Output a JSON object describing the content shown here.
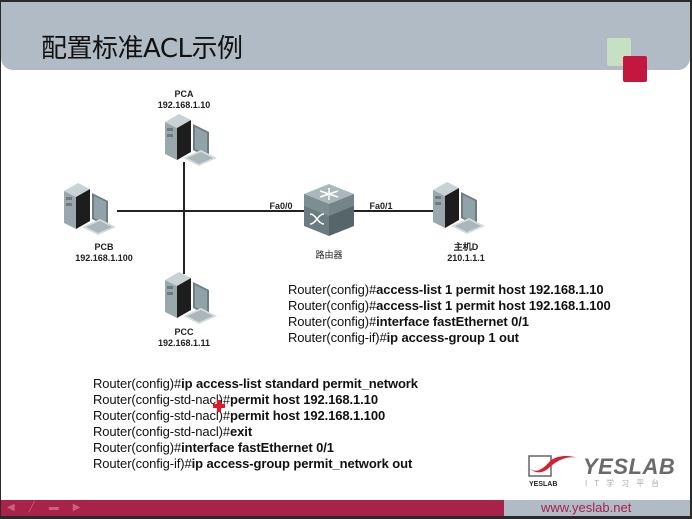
{
  "slide": {
    "title": "配置标准ACL示例",
    "colors": {
      "title_bar": "#b0bbc6",
      "accent_red": "#a8224a",
      "deco_green": "#c7e0c4",
      "deco_red": "#c4173f"
    }
  },
  "network": {
    "devices": [
      {
        "name": "PCA",
        "ip": "192.168.1.10",
        "icon": "pc-icon"
      },
      {
        "name": "PCB",
        "ip": "192.168.1.100",
        "icon": "pc-icon"
      },
      {
        "name": "PCC",
        "ip": "192.168.1.11",
        "icon": "pc-icon"
      },
      {
        "name": "主机D",
        "ip": "210.1.1.1",
        "icon": "pc-icon"
      }
    ],
    "router": {
      "name": "路由器",
      "icon": "router-icon"
    },
    "interfaces": {
      "left": "Fa0/0",
      "right": "Fa0/1"
    }
  },
  "numbered_acl": [
    {
      "prompt": "Router(config)#",
      "command": "access-list 1 permit host 192.168.1.10"
    },
    {
      "prompt": "Router(config)#",
      "command": "access-list 1 permit host 192.168.1.100"
    },
    {
      "prompt": "Router(config)#",
      "command": "interface fastEthernet 0/1"
    },
    {
      "prompt": "Router(config-if)#",
      "command": "ip access-group 1 out"
    }
  ],
  "named_acl": [
    {
      "prompt": "Router(config)#",
      "command": "ip access-list standard permit_network"
    },
    {
      "prompt": "Router(config-std-nacl)#",
      "command": "permit host 192.168.1.10"
    },
    {
      "prompt": "Router(config-std-nacl)#",
      "command": "permit host 192.168.1.100"
    },
    {
      "prompt": "Router(config-std-nacl)#",
      "command": "exit"
    },
    {
      "prompt": "Router(config)#",
      "command": "interface fastEthernet 0/1"
    },
    {
      "prompt": "Router(config-if)#",
      "command": "ip access-group permit_network out"
    }
  ],
  "brand": {
    "name": "YESLAB",
    "tagline": "IT学习平台",
    "small_name": "YESLAB",
    "url": "www.yeslab.net"
  },
  "nav": {
    "icons": [
      "arrow-left-icon",
      "pen-icon",
      "menu-icon",
      "arrow-right-icon"
    ]
  }
}
